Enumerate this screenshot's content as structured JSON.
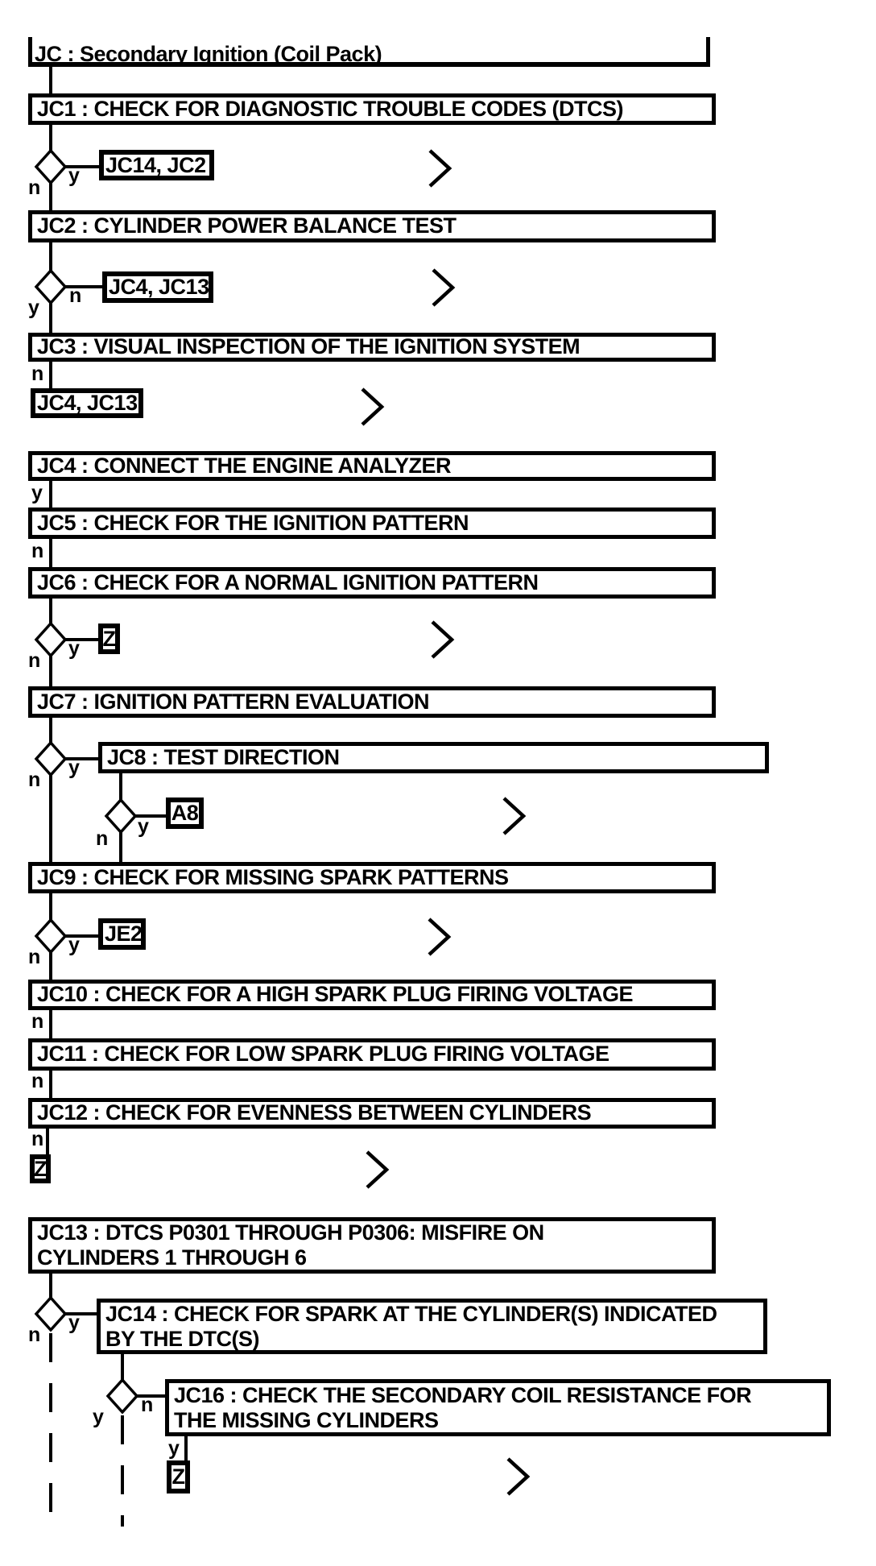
{
  "page": {
    "background": "#ffffff",
    "line_color": "#000000"
  },
  "title": "JC : Secondary Ignition (Coil Pack)",
  "branch_labels": {
    "yes": "y",
    "no": "n"
  },
  "steps": {
    "jc1": "JC1 : CHECK FOR DIAGNOSTIC TROUBLE CODES (DTCS)",
    "jc2": "JC2 : CYLINDER POWER BALANCE TEST",
    "jc3": "JC3 : VISUAL INSPECTION OF THE IGNITION SYSTEM",
    "jc4": "JC4 : CONNECT THE ENGINE ANALYZER",
    "jc5": "JC5 : CHECK FOR THE IGNITION PATTERN",
    "jc6": "JC6 : CHECK FOR A NORMAL IGNITION PATTERN",
    "jc7": "JC7 : IGNITION PATTERN EVALUATION",
    "jc8": "JC8 : TEST DIRECTION",
    "jc9": "JC9 : CHECK FOR MISSING SPARK PATTERNS",
    "jc10": "JC10 : CHECK FOR A HIGH SPARK PLUG FIRING VOLTAGE",
    "jc11": "JC11 : CHECK FOR LOW SPARK PLUG FIRING VOLTAGE",
    "jc12": "JC12 : CHECK FOR EVENNESS BETWEEN CYLINDERS",
    "jc13_lines": [
      "JC13 : DTCS P0301 THROUGH P0306: MISFIRE ON",
      "CYLINDERS 1 THROUGH 6"
    ],
    "jc14_lines": [
      "JC14 : CHECK FOR SPARK AT THE CYLINDER(S) INDICATED",
      "BY THE DTC(S)"
    ],
    "jc16_lines": [
      "JC16 : CHECK THE SECONDARY COIL RESISTANCE FOR",
      "THE MISSING CYLINDERS"
    ]
  },
  "refs": {
    "after_jc1": "JC14, JC2",
    "after_jc2": "JC4, JC13",
    "after_jc3": "JC4, JC13",
    "after_jc6": "Z",
    "after_jc8": "A8",
    "after_jc9": "JE2",
    "after_jc12": "Z",
    "after_jc16": "Z"
  },
  "icons": {
    "continue_marker": "chevron-right"
  }
}
